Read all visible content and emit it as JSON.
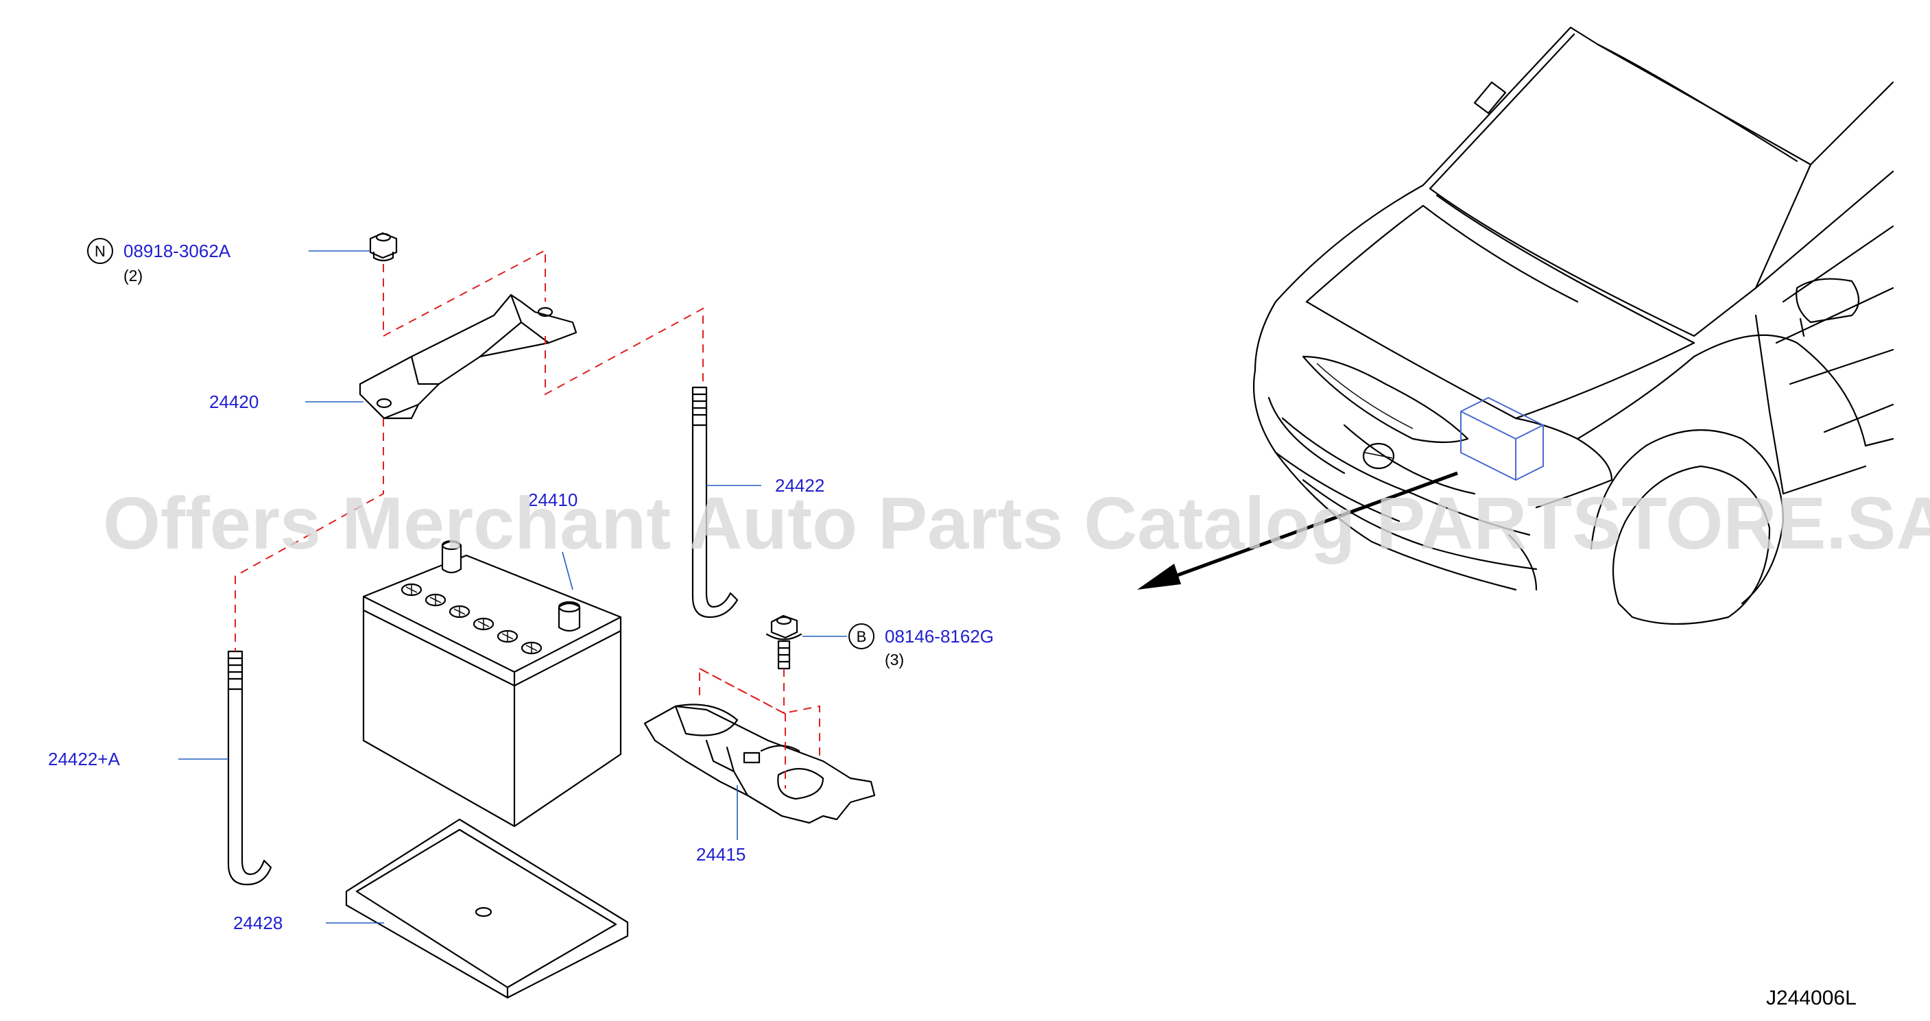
{
  "diagram_code": "J244006L",
  "watermark": "Offers Merchant Auto Parts Catalog PARTSTORE.SA",
  "parts": {
    "nut": {
      "symbol": "N",
      "number": "08918-3062A",
      "qty": "(2)"
    },
    "bracket": {
      "number": "24420"
    },
    "battery": {
      "number": "24410"
    },
    "rod_right": {
      "number": "24422"
    },
    "rod_left": {
      "number": "24422+A"
    },
    "bolt": {
      "symbol": "B",
      "number": "08146-8162G",
      "qty": "(3)"
    },
    "battery_support": {
      "number": "24415"
    },
    "tray": {
      "number": "24428"
    }
  },
  "colors": {
    "label": "#2020d0",
    "leader": "#2060c0",
    "dashed_guide": "#e02020",
    "location_box": "#4a6ad0",
    "watermark": "#d8d8d8"
  }
}
